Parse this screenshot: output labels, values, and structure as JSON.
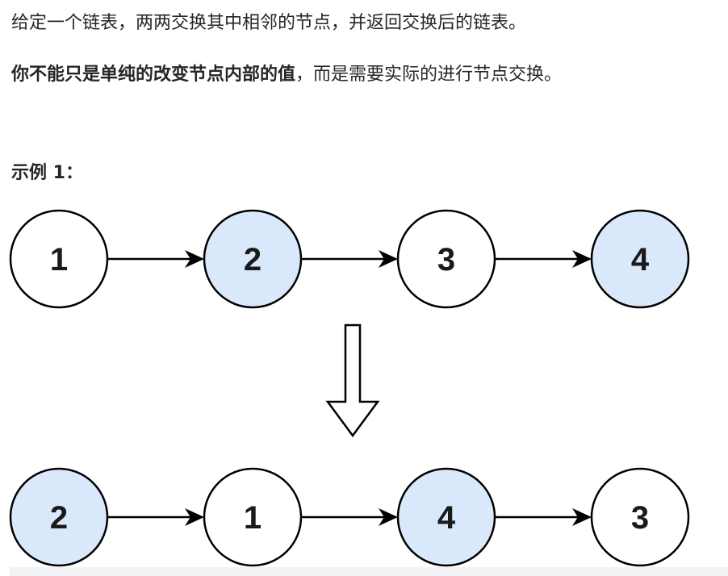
{
  "text": {
    "intro": "给定一个链表，两两交换其中相邻的节点，并返回交换后的链表。",
    "note_bold": "你不能只是单纯的改变节点内部的值",
    "note_rest": "，而是需要实际的进行节点交换。",
    "example_heading": "示例 1："
  },
  "diagram": {
    "before": [
      {
        "value": "1",
        "highlight": false
      },
      {
        "value": "2",
        "highlight": true
      },
      {
        "value": "3",
        "highlight": false
      },
      {
        "value": "4",
        "highlight": true
      }
    ],
    "after": [
      {
        "value": "2",
        "highlight": true
      },
      {
        "value": "1",
        "highlight": false
      },
      {
        "value": "4",
        "highlight": true
      },
      {
        "value": "3",
        "highlight": false
      }
    ],
    "colors": {
      "highlight_fill": "#dae8fc",
      "plain_fill": "#ffffff"
    }
  }
}
